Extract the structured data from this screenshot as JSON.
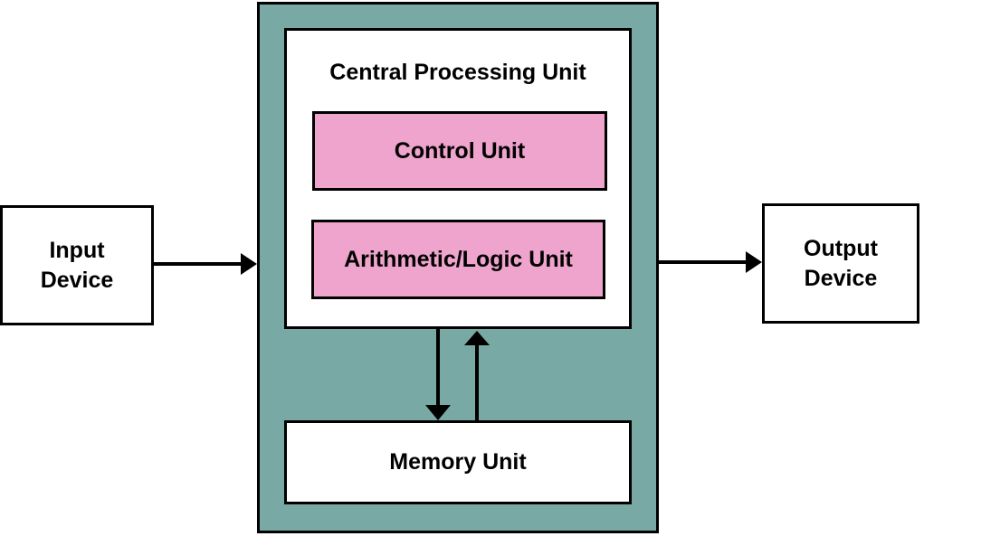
{
  "diagram": {
    "input_device": {
      "line1": "Input",
      "line2": "Device"
    },
    "output_device": {
      "line1": "Output",
      "line2": "Device"
    },
    "cpu": {
      "title": "Central Processing Unit",
      "control_unit": "Control Unit",
      "alu": "Arithmetic/Logic Unit"
    },
    "memory_unit": "Memory Unit",
    "colors": {
      "computer_background": "#78a9a4",
      "unit_fill": "#eea4cc",
      "box_fill": "#ffffff",
      "stroke": "#000000"
    }
  }
}
